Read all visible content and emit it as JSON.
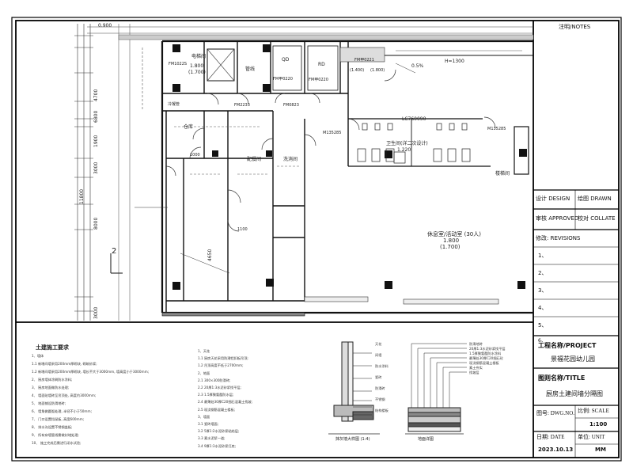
{
  "title_block": {
    "notes": "注明/NOTES",
    "design": "设计 DESIGN",
    "drawn": "绘图 DRAWN",
    "approved": "审核 APPROVED",
    "collate": "校对 COLLATE",
    "revisions": "修改: REVISIONS",
    "revision_rows": [
      "1、",
      "2、",
      "3、",
      "4、",
      "5、",
      "6、"
    ],
    "project_label": "工程名称/PROJECT",
    "project_name": "景福花园幼儿园",
    "title_label": "图则名称/TITLE",
    "title_name": "厨房土建间墙分隔图",
    "dwg_no": "图号: DWG.NO.",
    "scale_label": "比例: SCALE",
    "scale_value": "1:100",
    "date_label": "日期: DATE",
    "unit_label": "单位: UNIT",
    "date_value": "2023.10.13",
    "unit_value": "MM"
  },
  "plan": {
    "top_dim": "0.900",
    "dims_left": [
      "4700",
      "6800",
      "1900",
      "3000",
      "11800",
      "8000",
      "3000"
    ],
    "room_labels": {
      "elevator": "电梯间",
      "qd": "QD",
      "rd": "RD",
      "equipment": "管线",
      "restroom": "卫生间(详二次设计)",
      "restroom_level": "1.220",
      "rest_room": "休息室/活动室 (30人)",
      "rest_level_1": "1.800",
      "rest_level_2": "(1.700)",
      "elev_level_1": "1.800",
      "elev_level_2": "(1.700)",
      "qd_level_1": "(1.400)",
      "qd_level_2": "(1.800)",
      "stair": "楼梯间",
      "lc": "LC760090",
      "m1": "M135285",
      "m2": "M135285",
      "fm1": "FM1022S",
      "fm2": "FM甲0220",
      "fm3": "FM甲0220",
      "fm4": "FM甲0221",
      "fm5": "FM2233",
      "fm6": "FM0823",
      "water": "冷凝管",
      "grid_2": "2",
      "h": "H=1300",
      "slope": "0.5%",
      "storage": "仓库",
      "prep": "配餐间",
      "wash": "洗消间",
      "dim_1000": "1000",
      "dim_1100": "1100",
      "dim_4650": "4650"
    }
  },
  "requirements": {
    "heading": "土建施工要求",
    "lines_col1": [
      "1、墙体",
      "1.1    新增间墙采用200mm厚砌块, 砌筑砂浆;",
      "1.2    新增间墙采用200mm厚砌块, 墙长不大于3000mm, 墙高度小于3000mm;",
      "2、   厨房墙体涂刷防水涂料;",
      "3、   厨房地面做防水处理;",
      "4、   墙面贴墙砖至吊顶处, 高度约3000mm;",
      "5、   地面铺设防滑地砖;",
      "6、   墙角做圆弧处理, 半径不小于50mm;",
      "7、   门口设置挡鼠板, 高度600mm;",
      "8、   排水沟设置不锈钢盖板;",
      "9、   所有穿墙管线需做封堵处理;",
      "10、  施工完成后需进行闭水试验;"
    ],
    "lines_col2": [
      "1、天花",
      "1.1   厨房天花采用防潮铝扣板吊顶;",
      "1.2   吊顶高度不低于2700mm;",
      "2、地面",
      "2.1   300×300防滑砖;",
      "2.2   20厚1:3水泥砂浆找平层;",
      "2.3   1.5厚聚氨酯防水层;",
      "2.4   最薄处30厚C20细石混凝土找坡;",
      "2.5   现浇钢筋混凝土楼板;",
      "3、墙面",
      "3.1   瓷砖墙面;",
      "3.2   5厚1:2水泥砂浆粘结层;",
      "3.3   素水泥浆一道;",
      "3.4   9厚1:3水泥砂浆打底;"
    ],
    "section1_title": "抹灰墙大样图 (1:4)",
    "section2_title": "地面详图",
    "section1_labels": [
      "天花",
      "间墙",
      "防水涂料",
      "瓷砖",
      "防滑砖",
      "不锈钢",
      "结构楼板"
    ],
    "section2_labels": [
      "防滑地砖",
      "20厚1:3水泥砂浆找平层",
      "1.5厚聚氨酯防水涂料",
      "最薄处30厚C20细石砼",
      "现浇钢筋混凝土楼板",
      "素土夯实",
      "找坡层"
    ]
  }
}
